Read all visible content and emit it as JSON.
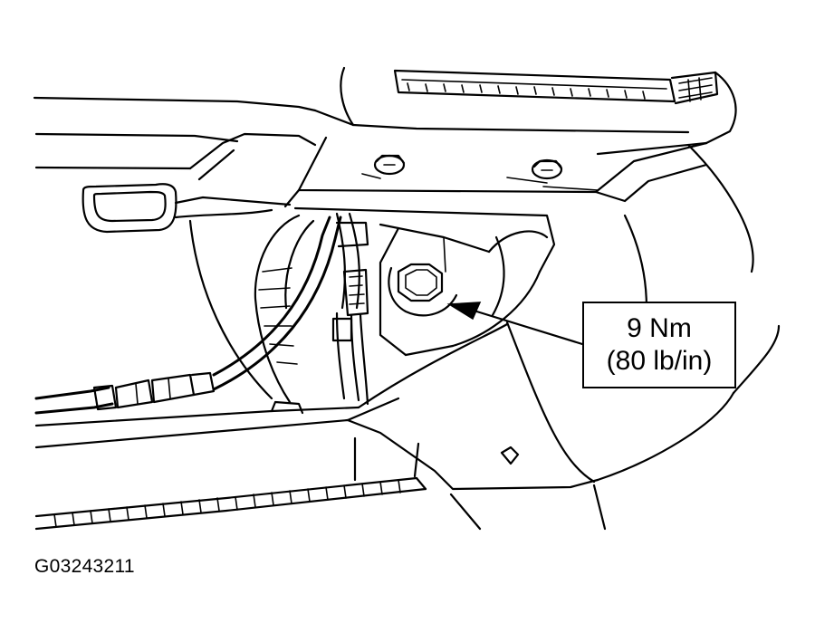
{
  "callout": {
    "torque_metric": "9 Nm",
    "torque_imperial": "(80 lb/in)"
  },
  "figure_id": "G03243211"
}
